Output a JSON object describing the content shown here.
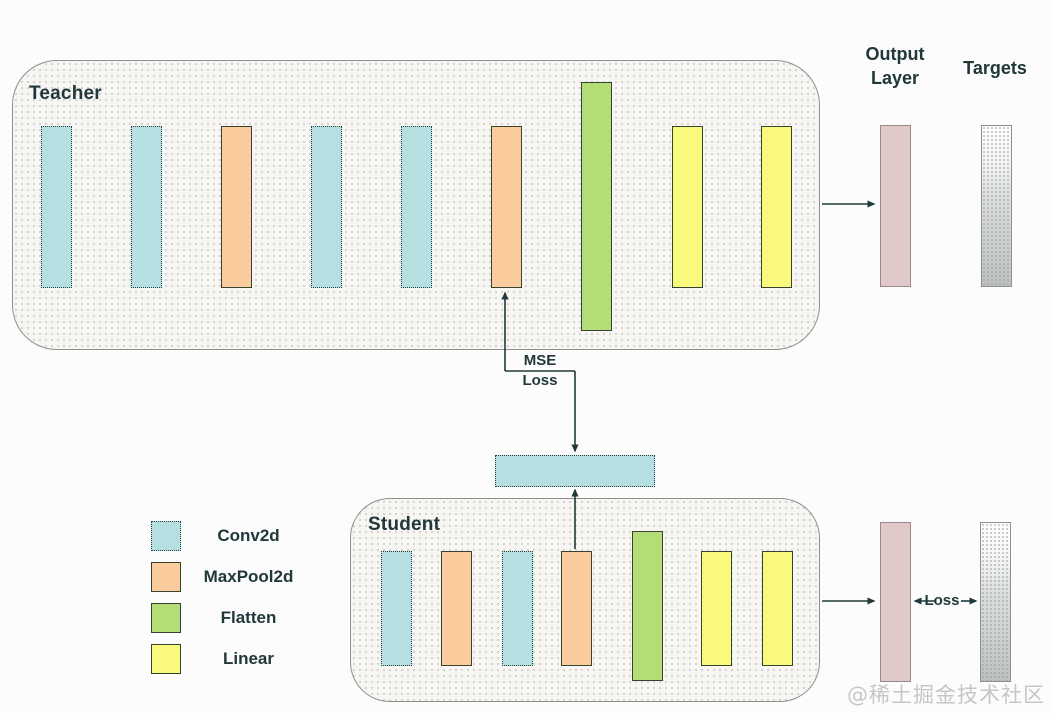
{
  "teacher": {
    "label": "Teacher",
    "layers": [
      "conv2d",
      "conv2d",
      "maxpool2d",
      "conv2d",
      "conv2d",
      "maxpool2d",
      "flatten",
      "linear",
      "linear"
    ]
  },
  "student": {
    "label": "Student",
    "layers": [
      "conv2d",
      "maxpool2d",
      "conv2d",
      "maxpool2d",
      "flatten",
      "linear",
      "linear"
    ]
  },
  "legend": {
    "items": [
      {
        "type": "conv2d",
        "label": "Conv2d"
      },
      {
        "type": "maxpool2d",
        "label": "MaxPool2d"
      },
      {
        "type": "flatten",
        "label": "Flatten"
      },
      {
        "type": "linear",
        "label": "Linear"
      }
    ]
  },
  "labels": {
    "output_layer_line1": "Output",
    "output_layer_line2": "Layer",
    "targets": "Targets",
    "mse_line1": "MSE",
    "mse_line2": "Loss",
    "loss": "Loss"
  },
  "watermark": "@稀土掘金技术社区",
  "colors": {
    "conv2d": "#b5dfe1",
    "maxpool2d": "#f9cb9d",
    "flatten": "#b5dd77",
    "linear": "#f9f97e",
    "output_layer": "#e2c9c9",
    "arrow": "#1f3a3a",
    "text": "#21383a"
  }
}
